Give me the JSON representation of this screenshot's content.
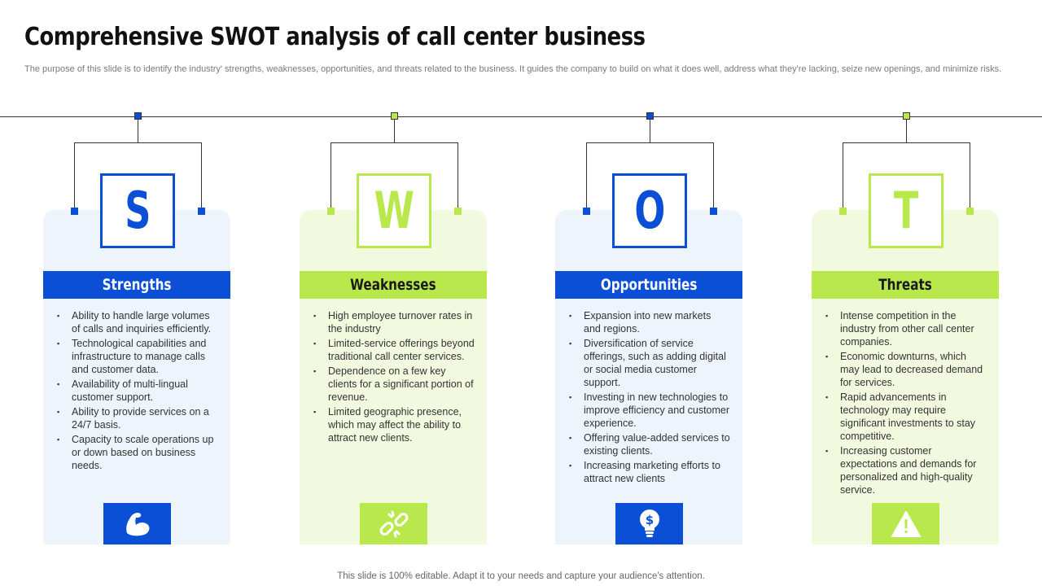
{
  "title": "Comprehensive SWOT analysis of call center business",
  "subtitle": "The purpose of this slide is to identify the industry' strengths, weaknesses, opportunities, and threats related to the business. It guides the company to build on what it does well, address what they're lacking, seize new openings, and minimize risks.",
  "footer": "This slide is 100% editable. Adapt it to your needs and capture your audience's attention.",
  "colors": {
    "blue": "#0a4fd6",
    "green": "#b8e84c",
    "blue_bg": "#eef4fc",
    "green_bg": "#f1fadf",
    "text": "#333333"
  },
  "sections": [
    {
      "letter": "S",
      "label": "Strengths",
      "icon": "flexed-arm-icon",
      "items": [
        "Ability to handle large volumes of calls and inquiries efficiently.",
        "Technological capabilities and infrastructure to manage calls and customer data.",
        "Availability of multi-lingual customer support.",
        "Ability to provide services on a 24/7 basis.",
        "Capacity to scale operations up or down based on business needs."
      ]
    },
    {
      "letter": "W",
      "label": "Weaknesses",
      "icon": "broken-link-icon",
      "items": [
        "High employee turnover rates in the industry",
        "Limited-service offerings beyond traditional call center services.",
        "Dependence on a few key clients for a significant portion of revenue.",
        "Limited geographic presence, which may affect the ability to attract new clients."
      ]
    },
    {
      "letter": "O",
      "label": "Opportunities",
      "icon": "lightbulb-dollar-icon",
      "items": [
        "Expansion into new markets and regions.",
        "Diversification of service offerings, such as adding digital or social media customer support.",
        "Investing in new technologies to improve efficiency and customer experience.",
        "Offering value-added services to existing clients.",
        "Increasing marketing efforts to attract new clients"
      ]
    },
    {
      "letter": "T",
      "label": "Threats",
      "icon": "warning-icon",
      "items": [
        "Intense competition in the industry from other call center companies.",
        "Economic downturns, which may lead to decreased demand for services.",
        "Rapid advancements in technology may require significant investments to stay competitive.",
        "Increasing customer expectations and demands for personalized and high-quality service."
      ]
    }
  ]
}
